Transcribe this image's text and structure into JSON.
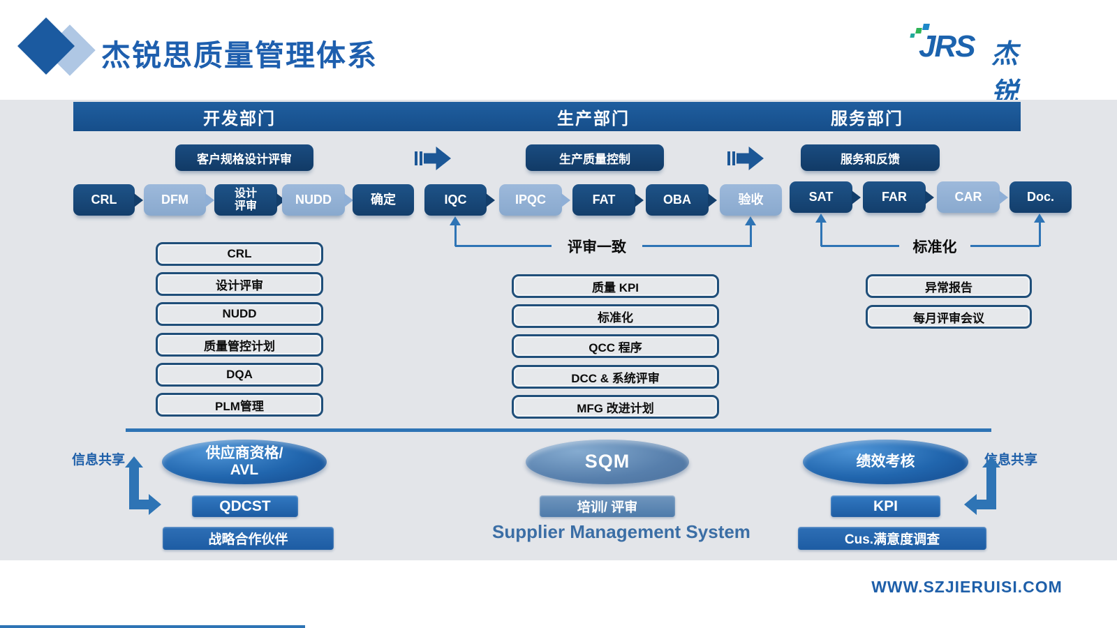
{
  "title": "杰锐思质量管理体系",
  "brand": {
    "latin": "JRS",
    "cn": "杰锐思"
  },
  "website": "WWW.SZJIERUISI.COM",
  "colors": {
    "dark_box": "#133E6B",
    "light_box": "#8FAFD6",
    "header_bar": "#1A5795",
    "accent": "#2E74B5",
    "title_blue": "#1E5FAE",
    "background_gray": "#E3E5E9"
  },
  "departments": [
    "开发部门",
    "生产部门",
    "服务部门"
  ],
  "subheaders": [
    "客户规格设计评审",
    "生产质量控制",
    "服务和反馈"
  ],
  "chains": [
    {
      "steps": [
        {
          "label": "CRL"
        },
        {
          "label": "DFM"
        },
        {
          "label": "设计\n评审"
        },
        {
          "label": "NUDD"
        },
        {
          "label": "确定"
        }
      ]
    },
    {
      "steps": [
        {
          "label": "IQC"
        },
        {
          "label": "IPQC"
        },
        {
          "label": "FAT"
        },
        {
          "label": "OBA"
        },
        {
          "label": "验收"
        }
      ]
    },
    {
      "steps": [
        {
          "label": "SAT"
        },
        {
          "label": "FAR"
        },
        {
          "label": "CAR"
        },
        {
          "label": "Doc."
        }
      ]
    }
  ],
  "connectors": [
    {
      "label": "评审一致"
    },
    {
      "label": "标准化"
    }
  ],
  "lists": [
    {
      "items": [
        "CRL",
        "设计评审",
        "NUDD",
        "质量管控计划",
        "DQA",
        "PLM管理"
      ]
    },
    {
      "items": [
        "质量 KPI",
        "标准化",
        "QCC 程序",
        "DCC & 系统评审",
        "MFG 改进计划"
      ]
    },
    {
      "items": [
        "异常报告",
        "每月评审会议"
      ]
    }
  ],
  "bottom": {
    "share_left": "信息共享",
    "share_right": "信息共享",
    "supplier": {
      "ellipse": "供应商资格/\nAVL",
      "tag": "QDCST",
      "banner": "战略合作伙伴"
    },
    "sqm": {
      "ellipse": "SQM",
      "tag": "培训/ 评审",
      "banner": "Supplier Management System"
    },
    "performance": {
      "ellipse": "绩效考核",
      "tag": "KPI",
      "banner": "Cus.满意度调查"
    }
  }
}
